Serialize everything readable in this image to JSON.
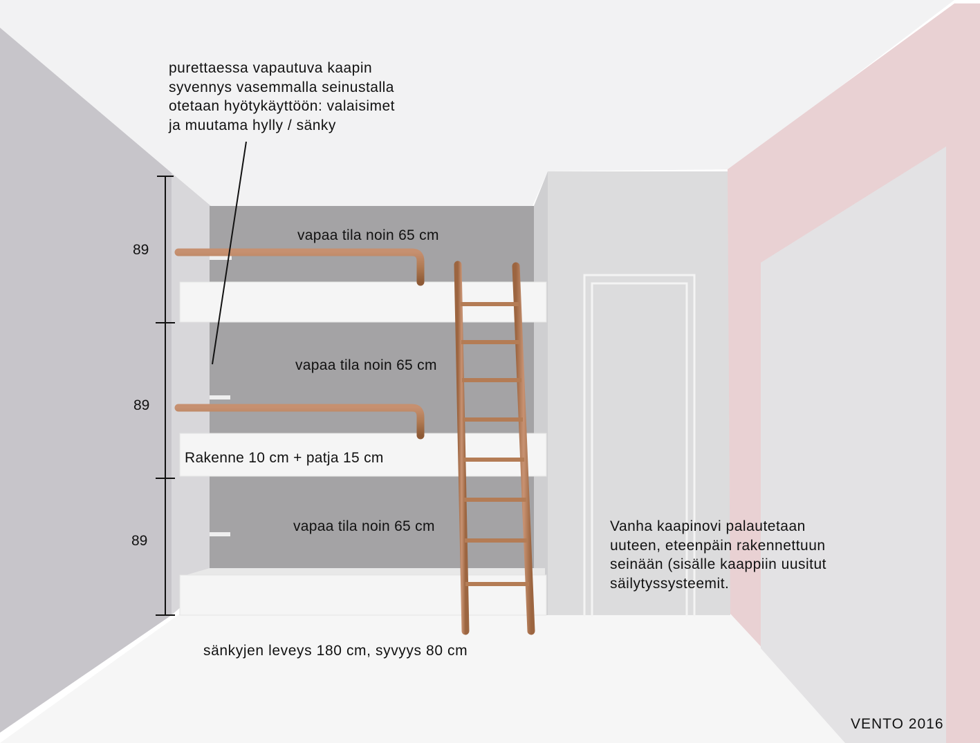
{
  "annotations": {
    "top_note": [
      "purettaessa vapautuva kaapin",
      "syvennys vasemmalla seinustalla",
      "otetaan hyötykäyttöön: valaisimet",
      "ja muutama hylly / sänky"
    ],
    "free_space_top": "vapaa tila noin 65 cm",
    "free_space_middle": "vapaa tila noin 65 cm",
    "free_space_bottom": "vapaa tila noin 65 cm",
    "structure": "Rakenne 10 cm + patja 15 cm",
    "bed_size": "sänkyjen leveys 180 cm, syvyys 80 cm",
    "door_note": [
      "Vanha kaapinovi palautetaan",
      "uuteen, eteenpäin rakennettuun",
      "seinään (sisälle kaappiin uusitut",
      "säilytyssysteemit."
    ],
    "credit": "VENTO 2016"
  },
  "dimensions": {
    "top": "89",
    "middle": "89",
    "bottom": "89"
  },
  "colors": {
    "left_wall": "#c7c5ca",
    "back_alcove": "#a4a3a5",
    "ceiling": "#f2f2f3",
    "right_pink_wall": "#e9d1d3",
    "door_wall": "#dcdcdd",
    "bed_white": "#f5f5f5",
    "wood": "#b47c55"
  }
}
